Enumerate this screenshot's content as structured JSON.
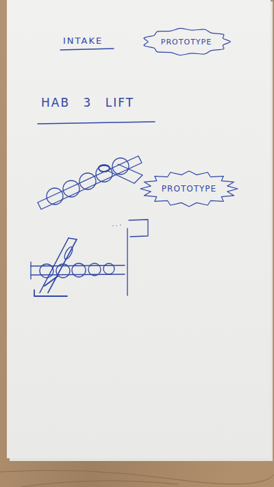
{
  "diagram": {
    "nodes": [
      {
        "text": [
          "PROTOTYPE"
        ]
      },
      {
        "text": [
          "PROTOTYPE"
        ]
      }
    ],
    "labels": [
      "INTAKE",
      "HAB 3 LIFT"
    ]
  }
}
